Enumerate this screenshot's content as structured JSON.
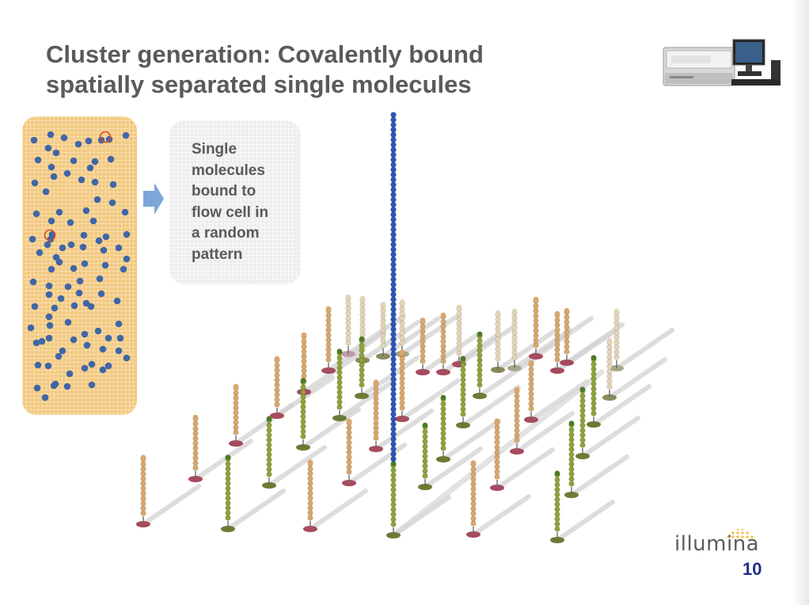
{
  "slide": {
    "title_lines": [
      "Cluster generation: Covalently bound",
      "spatially separated single molecules"
    ],
    "callout_lines": [
      "Single",
      "molecules",
      "bound to",
      "flow cell in",
      "a random",
      "pattern"
    ],
    "logo_text": "illumina",
    "page_number": "10",
    "colors": {
      "title": "#5a5a5a",
      "flowcell": "#f3c97f",
      "molecule_dot": "#3f66a6",
      "highlight_ring": "#d9472b",
      "arrow": "#7ea6d8",
      "callout_bg": "#ededed",
      "page_number": "#1f2c8c",
      "strand_blue": "#2c56b8",
      "strand_tan": "#d8a76c",
      "strand_green": "#8ca33a",
      "strand_pale": "#e2d4b8"
    },
    "icons": {
      "instrument": "sequencer-instrument-icon",
      "arrow": "arrow-right-icon",
      "logo": "illumina-logo"
    }
  }
}
